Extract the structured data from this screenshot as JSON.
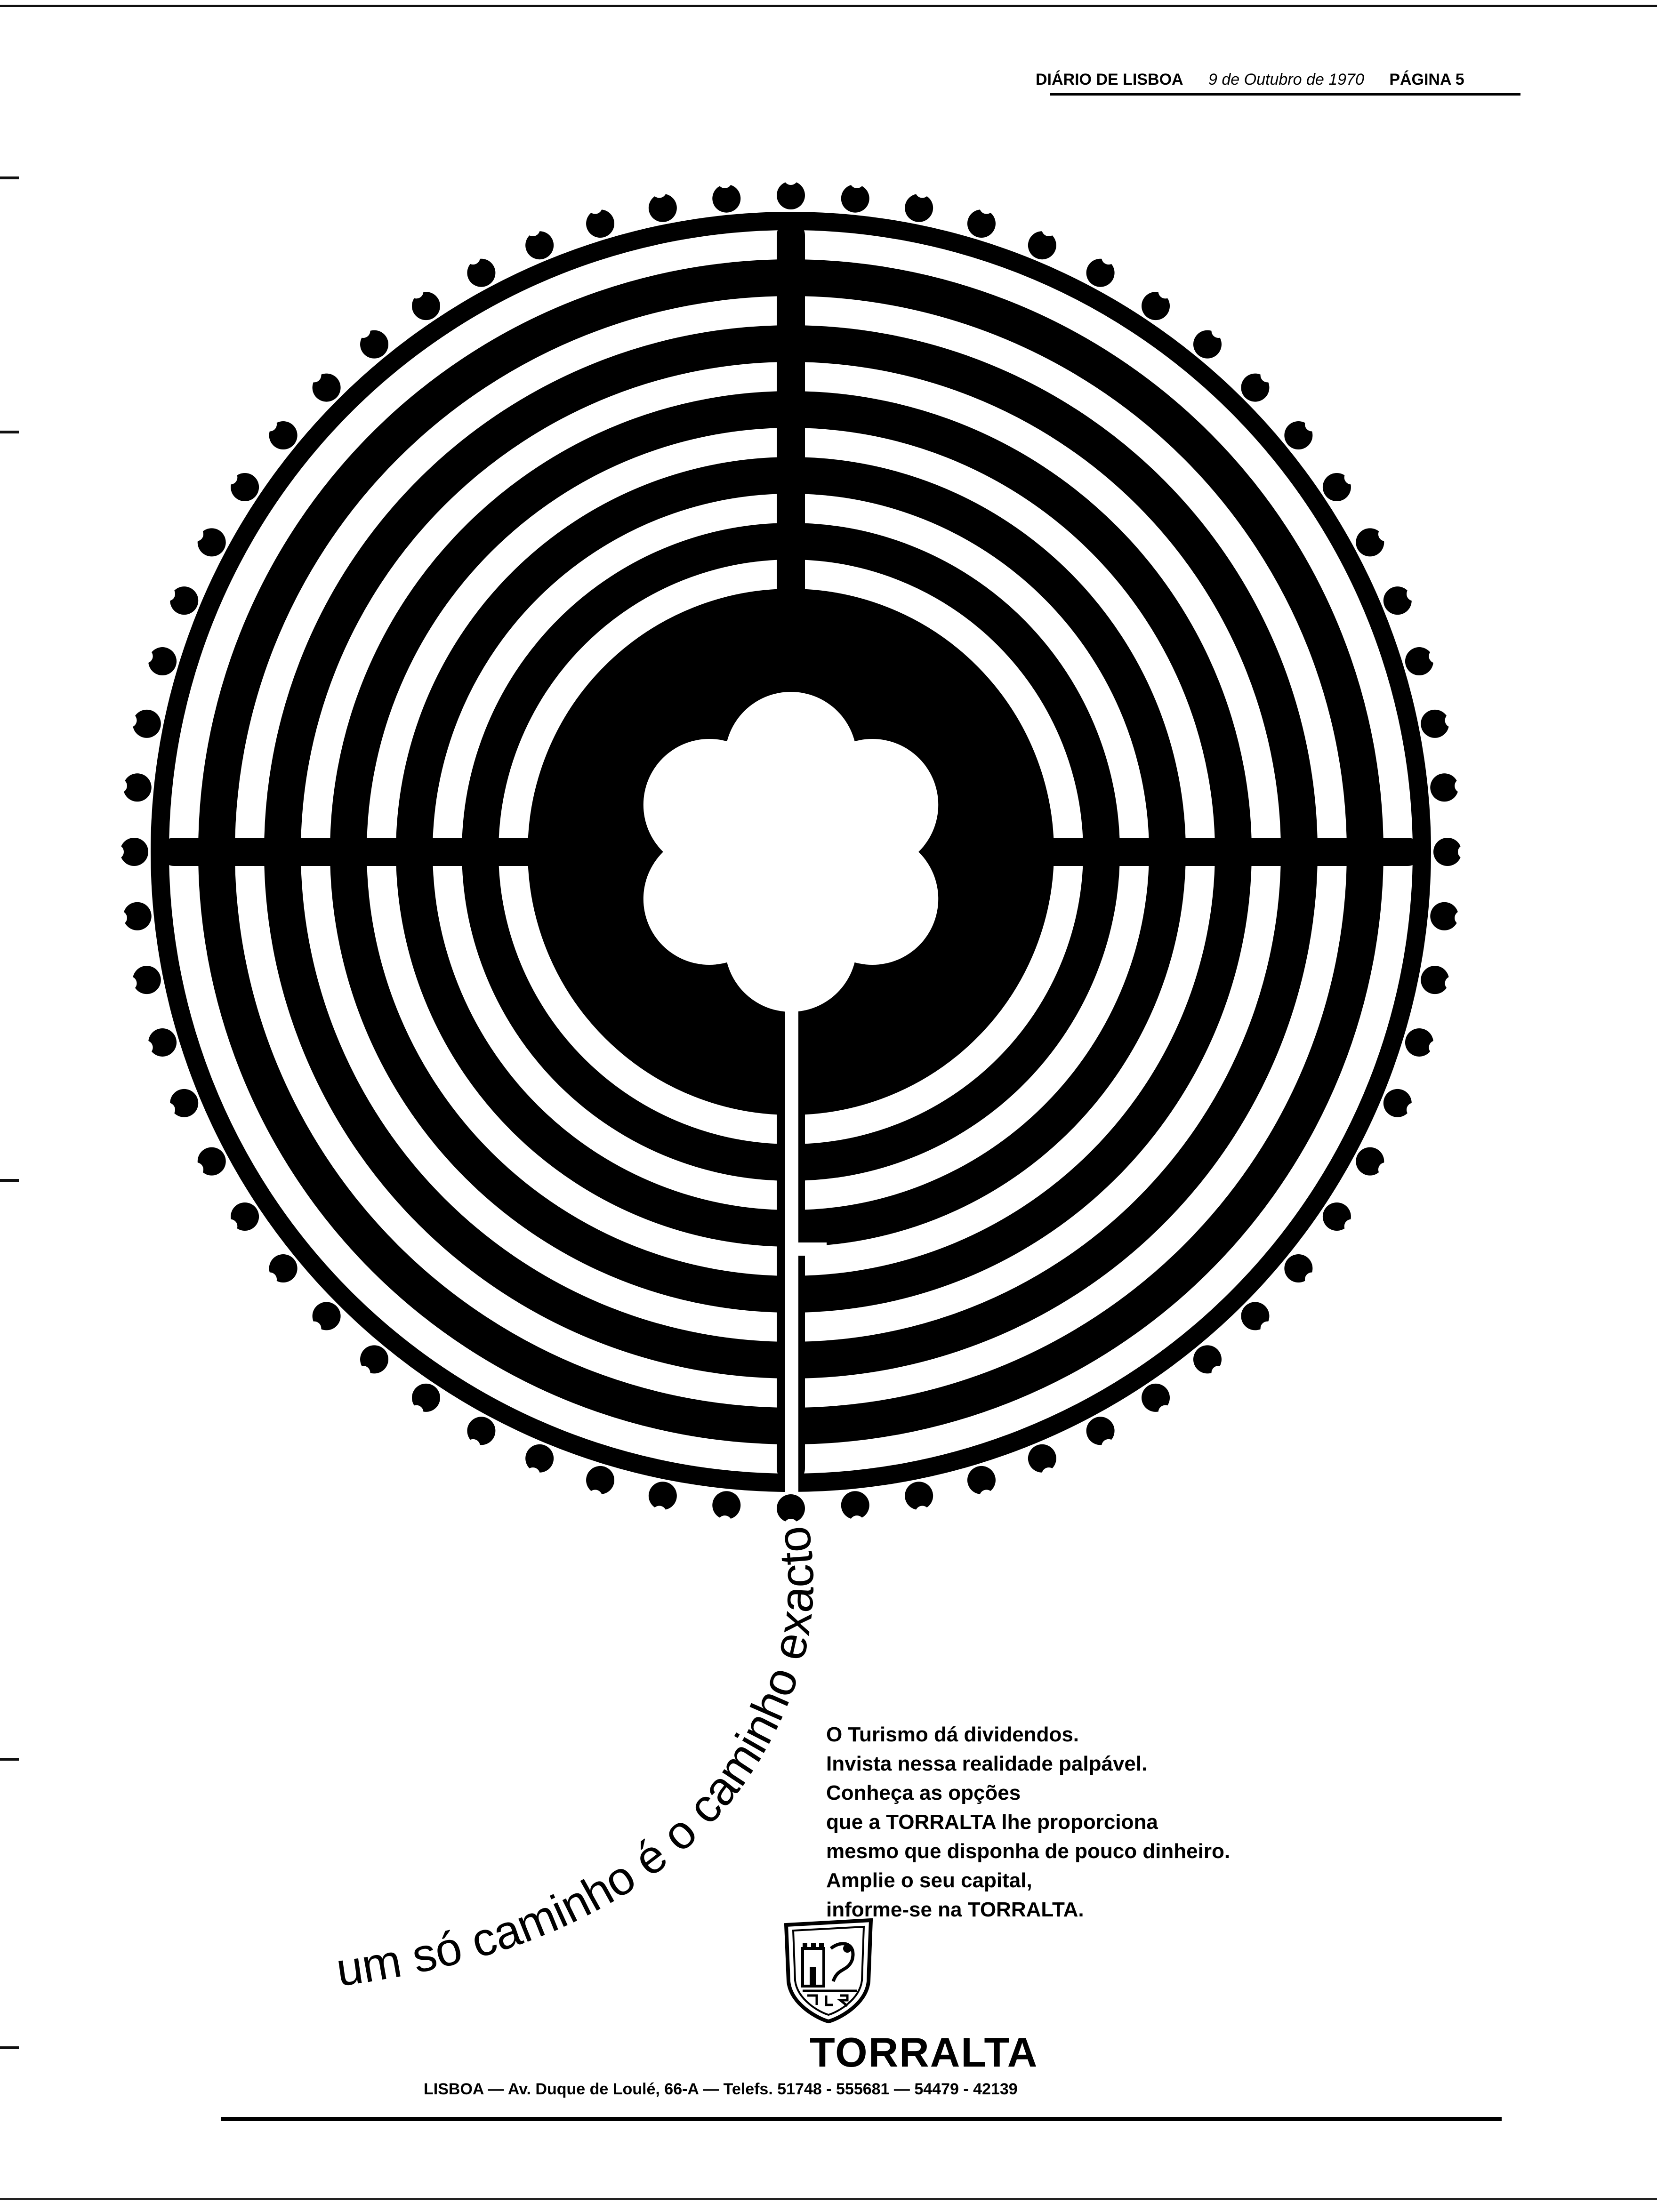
{
  "header": {
    "newspaper": "DIÁRIO DE LISBOA",
    "date": "9 de Outubro de 1970",
    "page": "PÁGINA 5"
  },
  "slogan": "um só caminho é o caminho exacto",
  "body_copy": [
    "O Turismo dá dividendos.",
    "Invista nessa realidade palpável.",
    "Conheça as opções",
    "que a TORRALTA lhe proporciona",
    "mesmo que disponha de pouco dinheiro.",
    "Amplie o seu capital,",
    "informe-se na TORRALTA."
  ],
  "brand": "TORRALTA",
  "address": "LISBOA — Av. Duque de Loulé, 66-A — Telefs. 51748 - 555681 — 54479 - 42139",
  "colors": {
    "ink": "#000000",
    "paper": "#ffffff"
  },
  "icons": {
    "maze": "labyrinth-illustration",
    "emblem": "torralta-crest-icon"
  }
}
